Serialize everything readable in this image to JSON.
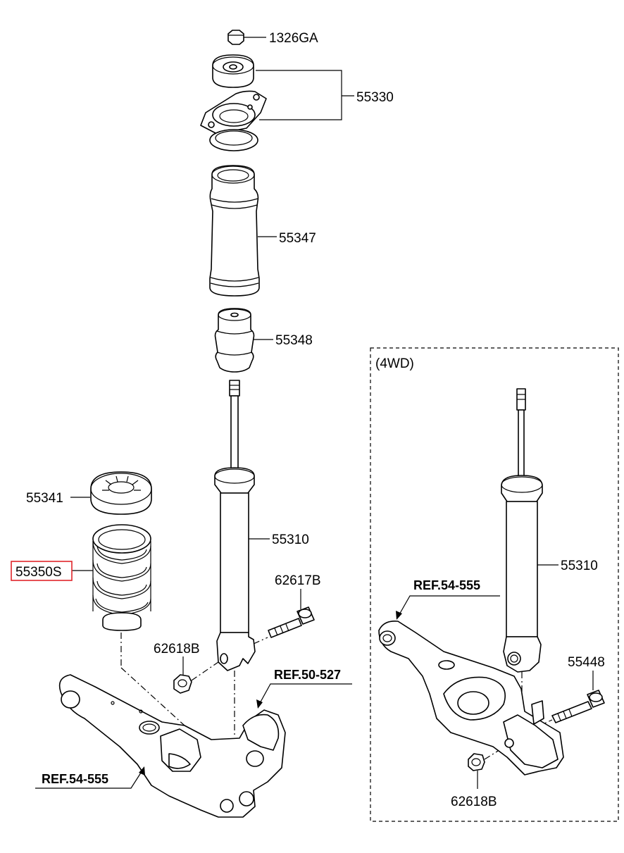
{
  "parts": {
    "p1326ga": "1326GA",
    "p55330": "55330",
    "p55347": "55347",
    "p55348": "55348",
    "p55341": "55341",
    "p55350s": "55350S",
    "p55310_left": "55310",
    "p62617b": "62617B",
    "p62618b_left": "62618B",
    "p55310_right": "55310",
    "p55448": "55448",
    "p62618b_right": "62618B"
  },
  "refs": {
    "ref_50_527": "REF.50-527",
    "ref_54_555_left": "REF.54-555",
    "ref_54_555_right": "REF.54-555"
  },
  "variant_label": "(4WD)",
  "highlight_color": "#e0262b",
  "highlighted_part": "55350S"
}
